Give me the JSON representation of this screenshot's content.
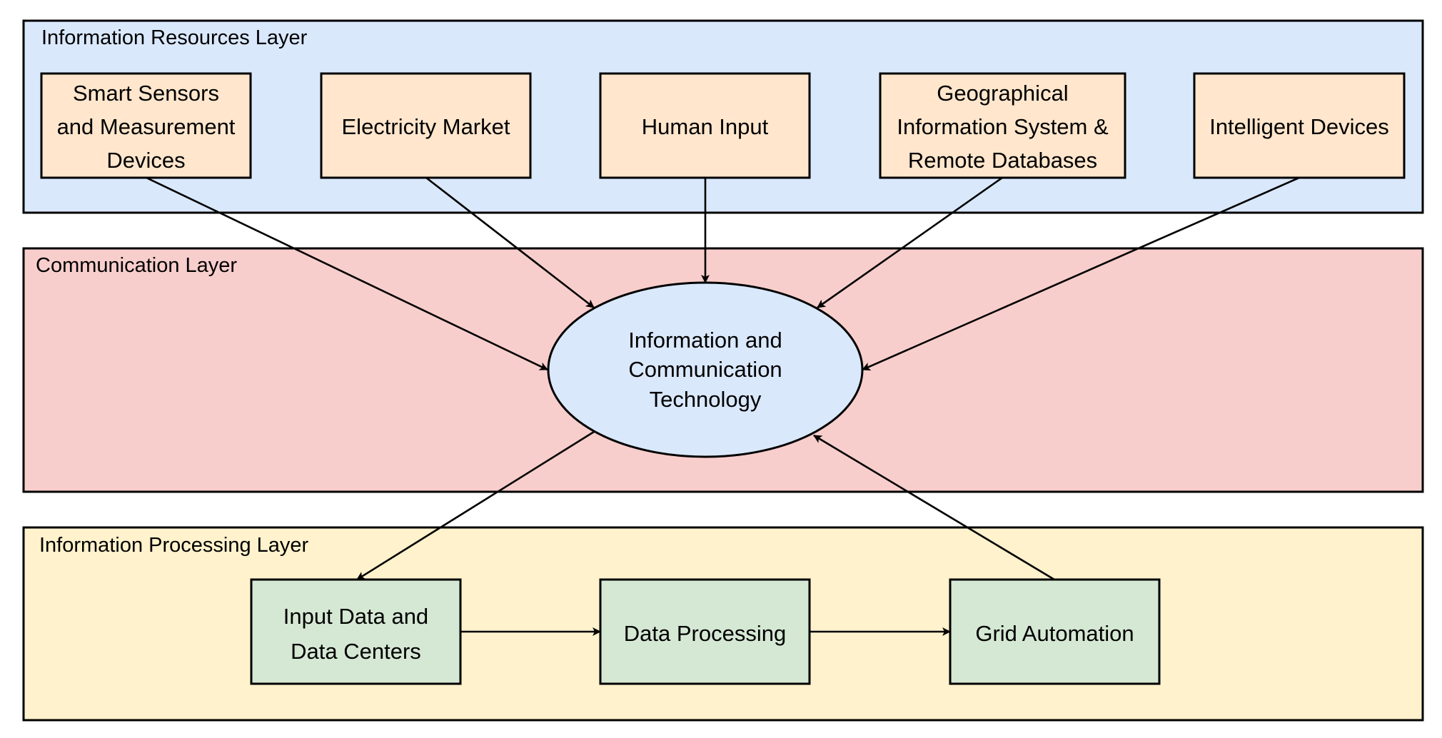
{
  "layers": {
    "resources": {
      "label": "Information Resources Layer",
      "color": "#dae8fc"
    },
    "communication": {
      "label": "Communication Layer",
      "color": "#f8cecc"
    },
    "processing": {
      "label": "Information Processing Layer",
      "color": "#fff2cc"
    }
  },
  "sources": [
    {
      "lines": [
        "Smart Sensors",
        "and Measurement",
        "Devices"
      ]
    },
    {
      "lines": [
        "Electricity Market"
      ]
    },
    {
      "lines": [
        "Human Input"
      ]
    },
    {
      "lines": [
        "Geographical",
        "Information System &",
        "Remote Databases"
      ]
    },
    {
      "lines": [
        "Intelligent Devices"
      ]
    }
  ],
  "hub": {
    "lines": [
      "Information and",
      "Communication",
      "Technology"
    ]
  },
  "processing_nodes": [
    {
      "lines": [
        "Input Data and",
        "Data Centers"
      ]
    },
    {
      "lines": [
        "Data Processing"
      ]
    },
    {
      "lines": [
        "Grid Automation"
      ]
    }
  ],
  "colors": {
    "source_fill": "#ffe6cc",
    "hub_fill": "#dae8fc",
    "process_fill": "#d5e8d4",
    "stroke": "#000000"
  }
}
